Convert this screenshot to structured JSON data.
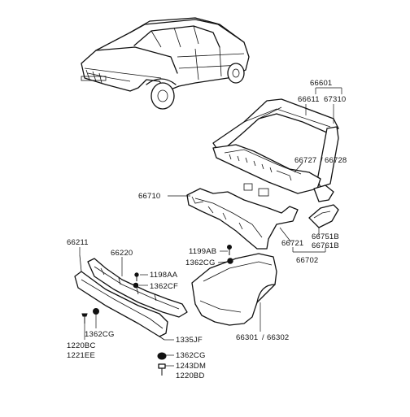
{
  "labels": {
    "l66601": "66601",
    "l66611": "66611",
    "l67310": "67310",
    "l66727": "66727",
    "l66728": "66728",
    "l66710": "66710",
    "l66751b": "66751B",
    "l66761b": "66761B",
    "l66721": "66721",
    "l66702": "66702",
    "l66211": "66211",
    "l66220": "66220",
    "l1199ab": "1199AB",
    "l1362cg_a": "1362CG",
    "l1198aa": "1198AA",
    "l1362cf": "1362CF",
    "l1362cg_b": "1362CG",
    "l1220bc": "1220BC",
    "l1221ee": "1221EE",
    "l66301": "66301",
    "l66302": "66302",
    "l1335jf": "1335JF",
    "l1362cg_c": "1362CG",
    "l1243dm": "1243DM",
    "l1220bd": "1220BD"
  },
  "separators": {
    "slash": "/"
  }
}
